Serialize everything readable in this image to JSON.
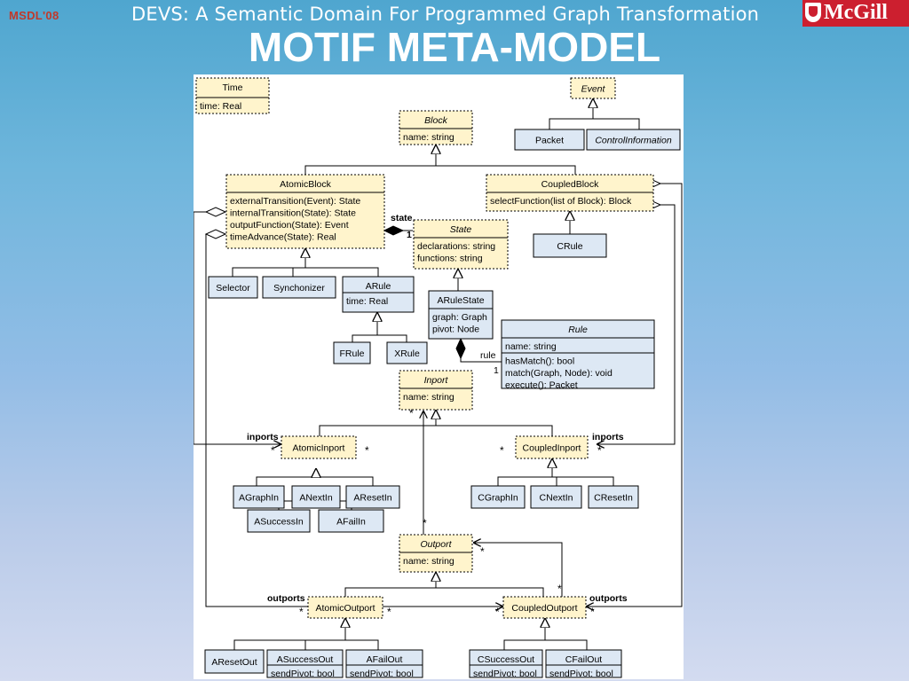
{
  "header": {
    "badge": "MSDL'08",
    "subtitle": "DEVS: A Semantic Domain For Programmed Graph Transformation",
    "logo_text": "McGill",
    "title": "MOTIF META-MODEL"
  },
  "colors": {
    "yellow_fill": "#fff4cc",
    "blue_fill": "#dde8f4",
    "line": "#000000"
  },
  "classes": [
    {
      "id": "time",
      "title": "Time",
      "attrs": [
        "time: Real"
      ]
    },
    {
      "id": "event",
      "title": "Event",
      "attrs": []
    },
    {
      "id": "packet",
      "title": "Packet",
      "attrs": []
    },
    {
      "id": "controlinfo",
      "title": "ControlInformation",
      "attrs": []
    },
    {
      "id": "block",
      "title": "Block",
      "attrs": [
        "name: string"
      ]
    },
    {
      "id": "atomicblock",
      "title": "AtomicBlock",
      "attrs": [
        "externalTransition(Event): State",
        "internalTransition(State): State",
        "outputFunction(State): Event",
        "timeAdvance(State): Real"
      ]
    },
    {
      "id": "coupledblock",
      "title": "CoupledBlock",
      "attrs": [
        "selectFunction(list of Block): Block"
      ]
    },
    {
      "id": "state",
      "title": "State",
      "attrs": [
        "declarations: string",
        "functions: string"
      ]
    },
    {
      "id": "crule",
      "title": "CRule",
      "attrs": []
    },
    {
      "id": "selector",
      "title": "Selector",
      "attrs": []
    },
    {
      "id": "synchronizer",
      "title": "Synchonizer",
      "attrs": []
    },
    {
      "id": "arule",
      "title": "ARule",
      "attrs": [
        "time: Real"
      ]
    },
    {
      "id": "arulestate",
      "title": "ARuleState",
      "attrs": [
        "graph: Graph",
        "pivot: Node"
      ]
    },
    {
      "id": "rule",
      "title": "Rule",
      "attrs": [
        "name: string",
        "hasMatch(): bool",
        "match(Graph, Node): void",
        "execute(): Packet"
      ]
    },
    {
      "id": "frule",
      "title": "FRule",
      "attrs": []
    },
    {
      "id": "xrule",
      "title": "XRule",
      "attrs": []
    },
    {
      "id": "inport",
      "title": "Inport",
      "attrs": [
        "name: string"
      ]
    },
    {
      "id": "atomicinport",
      "title": "AtomicInport",
      "attrs": []
    },
    {
      "id": "coupledinport",
      "title": "CoupledInport",
      "attrs": []
    },
    {
      "id": "agraphin",
      "title": "AGraphIn",
      "attrs": []
    },
    {
      "id": "anextin",
      "title": "ANextIn",
      "attrs": []
    },
    {
      "id": "aresetin",
      "title": "AResetIn",
      "attrs": []
    },
    {
      "id": "asuccessin",
      "title": "ASuccessIn",
      "attrs": []
    },
    {
      "id": "afailin",
      "title": "AFailIn",
      "attrs": []
    },
    {
      "id": "cgraphin",
      "title": "CGraphIn",
      "attrs": []
    },
    {
      "id": "cnextin",
      "title": "CNextIn",
      "attrs": []
    },
    {
      "id": "cresetin",
      "title": "CResetIn",
      "attrs": []
    },
    {
      "id": "outport",
      "title": "Outport",
      "attrs": [
        "name: string"
      ]
    },
    {
      "id": "atomicoutport",
      "title": "AtomicOutport",
      "attrs": []
    },
    {
      "id": "coupledoutport",
      "title": "CoupledOutport",
      "attrs": []
    },
    {
      "id": "aresetout",
      "title": "AResetOut",
      "attrs": []
    },
    {
      "id": "asuccessout",
      "title": "ASuccessOut",
      "attrs": [
        "sendPivot: bool"
      ]
    },
    {
      "id": "afailout",
      "title": "AFailOut",
      "attrs": [
        "sendPivot: bool"
      ]
    },
    {
      "id": "csuccessout",
      "title": "CSuccessOut",
      "attrs": [
        "sendPivot: bool"
      ]
    },
    {
      "id": "cfailout",
      "title": "CFailOut",
      "attrs": [
        "sendPivot: bool"
      ]
    }
  ],
  "labels": [
    {
      "id": "state-role",
      "text": "state"
    },
    {
      "id": "state-mult",
      "text": "1"
    },
    {
      "id": "rule-role",
      "text": "rule"
    },
    {
      "id": "rule-mult",
      "text": "1"
    },
    {
      "id": "inports-left",
      "text": "inports"
    },
    {
      "id": "inports-right",
      "text": "inports"
    },
    {
      "id": "outports-left",
      "text": "outports"
    },
    {
      "id": "outports-right",
      "text": "outports"
    },
    {
      "id": "m1",
      "text": "*"
    },
    {
      "id": "m2",
      "text": "*"
    },
    {
      "id": "m3",
      "text": "*"
    },
    {
      "id": "m4",
      "text": "*"
    },
    {
      "id": "m5",
      "text": "*"
    },
    {
      "id": "m6",
      "text": "*"
    },
    {
      "id": "m7",
      "text": "*"
    },
    {
      "id": "m8",
      "text": "*"
    },
    {
      "id": "m9",
      "text": "*"
    },
    {
      "id": "m10",
      "text": "*"
    },
    {
      "id": "m11",
      "text": "*"
    },
    {
      "id": "m12",
      "text": "*"
    }
  ]
}
